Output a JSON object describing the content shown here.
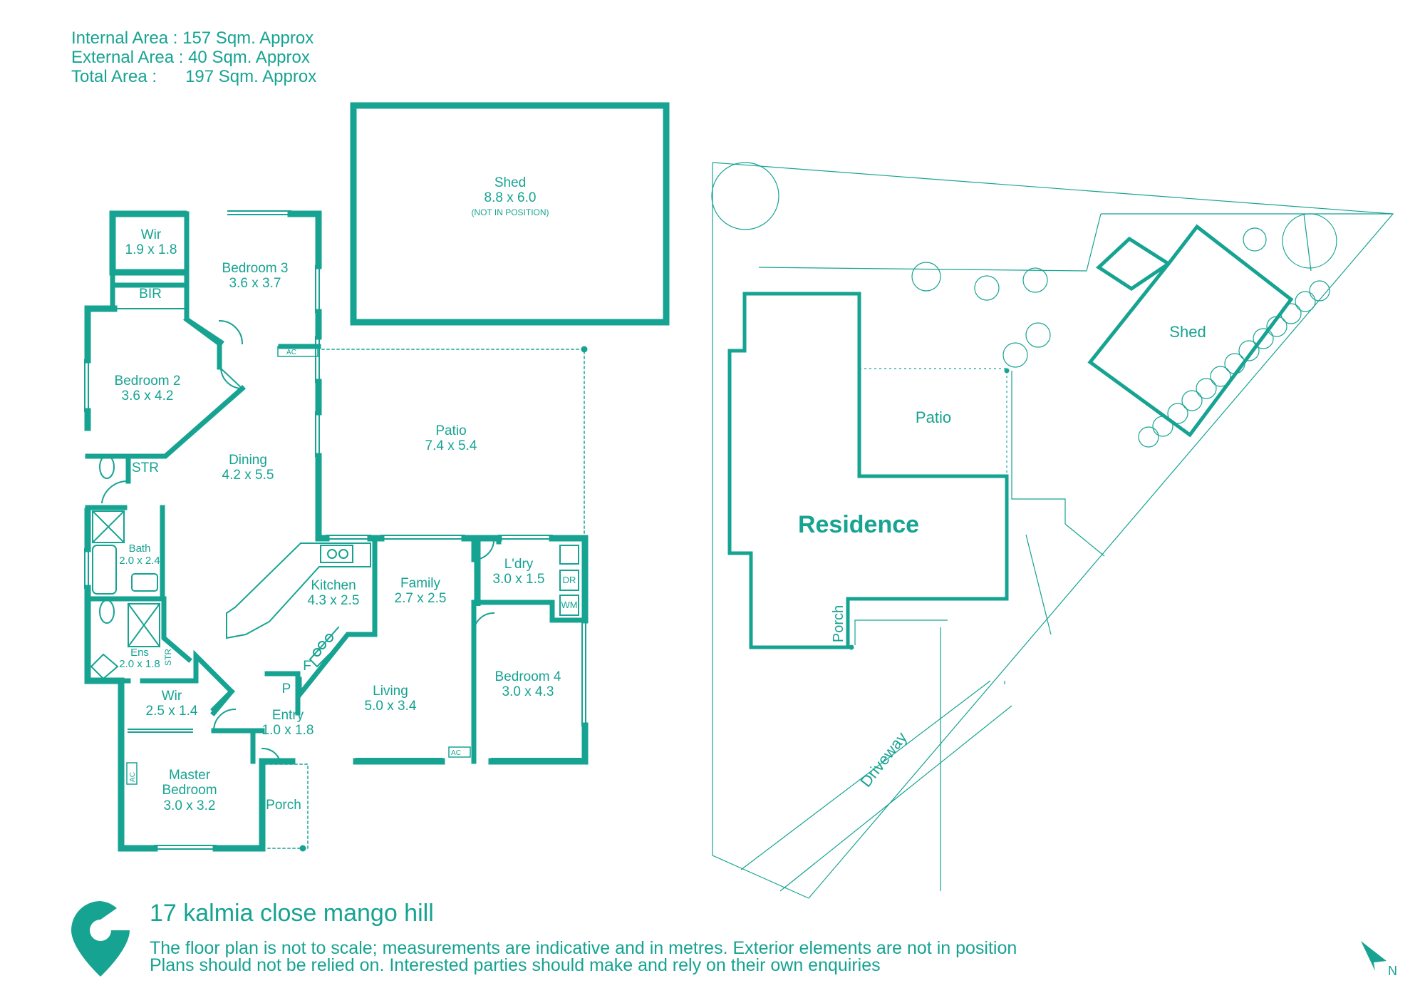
{
  "colors": {
    "accent": "#16a392",
    "wall": "#16a392",
    "background": "#ffffff"
  },
  "area_stats": [
    "Internal Area : 157 Sqm. Approx",
    "External Area : 40 Sqm. Approx",
    "Total Area :      197 Sqm. Approx"
  ],
  "rooms": {
    "shed": {
      "name": "Shed",
      "dims": "8.8 x 6.0",
      "note": "(NOT IN POSITION)"
    },
    "wir1": {
      "name": "Wir",
      "dims": "1.9 x 1.8"
    },
    "bedroom3": {
      "name": "Bedroom 3",
      "dims": "3.6 x 3.7"
    },
    "bir": {
      "name": "BIR"
    },
    "bedroom2": {
      "name": "Bedroom 2",
      "dims": "3.6 x 4.2"
    },
    "str1": {
      "name": "STR"
    },
    "dining": {
      "name": "Dining",
      "dims": "4.2 x 5.5"
    },
    "patio": {
      "name": "Patio",
      "dims": "7.4 x 5.4"
    },
    "bath": {
      "name": "Bath",
      "dims": "2.0 x 2.4"
    },
    "kitchen": {
      "name": "Kitchen",
      "dims": "4.3 x 2.5"
    },
    "family": {
      "name": "Family",
      "dims": "2.7 x 2.5"
    },
    "laundry": {
      "name": "L'dry",
      "dims": "3.0 x 1.5"
    },
    "dr": {
      "name": "DR"
    },
    "wm": {
      "name": "WM"
    },
    "ens": {
      "name": "Ens",
      "dims": "2.0 x 1.8"
    },
    "str2": {
      "name": "STR"
    },
    "f": {
      "name": "F"
    },
    "p": {
      "name": "P"
    },
    "wir2": {
      "name": "Wir",
      "dims": "2.5 x 1.4"
    },
    "entry": {
      "name": "Entry",
      "dims": "1.0 x 1.8"
    },
    "living": {
      "name": "Living",
      "dims": "5.0 x 3.4"
    },
    "bedroom4": {
      "name": "Bedroom 4",
      "dims": "3.0 x 4.3"
    },
    "master": {
      "name_line1": "Master",
      "name_line2": "Bedroom",
      "dims": "3.0 x 3.2"
    },
    "porch": {
      "name": "Porch"
    }
  },
  "ac_labels": {
    "ac1": "AC",
    "ac2": "AC",
    "ac3": "AC"
  },
  "site": {
    "residence": "Residence",
    "patio": "Patio",
    "shed": "Shed",
    "porch": "Porch",
    "driveway": "Driveway"
  },
  "footer": {
    "address": "17 kalmia close mango hill",
    "note_line1": "The floor plan is not to scale; measurements are indicative and in metres. Exterior elements are not in position",
    "note_line2": "Plans should not be relied on. Interested parties should make and rely on their own enquiries"
  },
  "compass": {
    "label": "N",
    "icon": "north-arrow-icon"
  },
  "logo": {
    "icon": "location-pin-c-logo-icon"
  }
}
